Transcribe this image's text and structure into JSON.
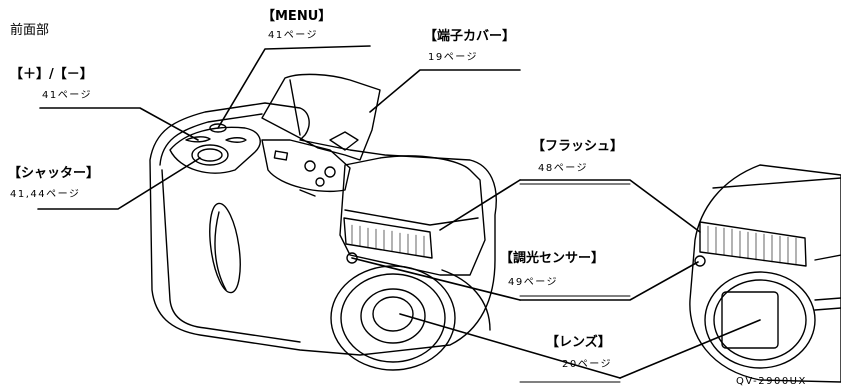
{
  "heading": "前面部",
  "model": "QV-2900UX",
  "callouts": {
    "menu": {
      "label": "【MENU】",
      "page": "41ページ"
    },
    "plusminus": {
      "label": "【＋】/【－】",
      "page": "41ページ"
    },
    "terminal": {
      "label": "【端子カバー】",
      "page": "19ページ"
    },
    "shutter": {
      "label": "【シャッター】",
      "page": "41,44ページ"
    },
    "flash": {
      "label": "【フラッシュ】",
      "page": "48ページ"
    },
    "sensor": {
      "label": "【調光センサー】",
      "page": "49ページ"
    },
    "lens": {
      "label": "【レンズ】",
      "page": "20ページ"
    }
  }
}
